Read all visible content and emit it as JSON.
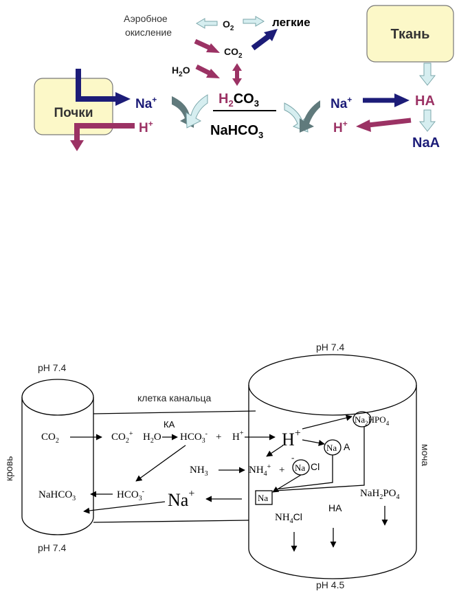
{
  "top": {
    "aerobic_line1": "Аэробное",
    "aerobic_line2": "окисление",
    "o2_base": "O",
    "o2_sub": "2",
    "lungs": "легкие",
    "co2_base": "CO",
    "co2_sub": "2",
    "h2o_h": "H",
    "h2o_sub": "2",
    "h2o_o": "O",
    "kidneys": "Почки",
    "tissue": "Ткань",
    "na_left_base": "Na",
    "na_left_sup": "+",
    "h_left_base": "H",
    "h_left_sup": "+",
    "h2co3_h": "H",
    "h2co3_sub1": "2",
    "h2co3_co": "CO",
    "h2co3_sub2": "3",
    "nahco3_base": "NaHCO",
    "nahco3_sub": "3",
    "na_right_base": "Na",
    "na_right_sup": "+",
    "h_right_base": "H",
    "h_right_sup": "+",
    "ha": "HA",
    "naa": "NaA",
    "colors": {
      "pink": "#9b3264",
      "navy": "#1c1c78",
      "mint": "#d6eef0",
      "box": "#fcf8c8",
      "teal": "#607a7c"
    }
  },
  "bottom": {
    "ph_blood_top": "pH 7.4",
    "ph_urine_top": "pH 7.4",
    "ph_blood_bottom": "pH 7.4",
    "ph_urine_bottom": "pH 4.5",
    "tubule_cell": "клетка канальца",
    "blood": "кровь",
    "urine": "моча",
    "ka": "КА",
    "co2_a_base": "CO",
    "co2_a_sub": "2",
    "co2_b_base": "CO",
    "co2_b_sub": "2",
    "co2_b_sup": "+",
    "h2o_h": "H",
    "h2o_sub": "2",
    "h2o_o": "O",
    "hco3_base": "HCO",
    "hco3_sub": "3",
    "hco3_sup": "-",
    "plus": "+",
    "h_small_base": "H",
    "h_small_sup": "+",
    "h_big_base": "H",
    "h_big_sup": "+",
    "na2hpo4_na": "Na",
    "na2hpo4_sub": "2",
    "na2hpo4_rest": "HPO",
    "na2hpo4_sub4": "4",
    "naa_na": "Na",
    "naa_a": "A",
    "nh3_base": "NH",
    "nh3_sub": "3",
    "nh4_base": "NH",
    "nh4_sub": "4",
    "nh4_sup": "+",
    "plus2": "+",
    "nacl_minus": "-",
    "nacl_na": "Na",
    "nacl_cl": "Cl",
    "nahco3_base": "NaHCO",
    "nahco3_sub": "3",
    "hco3b_base": "HCO",
    "hco3b_sub": "3",
    "hco3b_sup": "-",
    "na_big_base": "Na",
    "na_big_sup": "+",
    "na_boxed": "Na",
    "nah2po4_base": "NaH",
    "nah2po4_sub": "2",
    "nah2po4_rest": "PO",
    "nah2po4_sub4": "4",
    "ha": "HA",
    "nh4cl_base": "NH",
    "nh4cl_sub": "4",
    "nh4cl_cl": "Cl"
  }
}
